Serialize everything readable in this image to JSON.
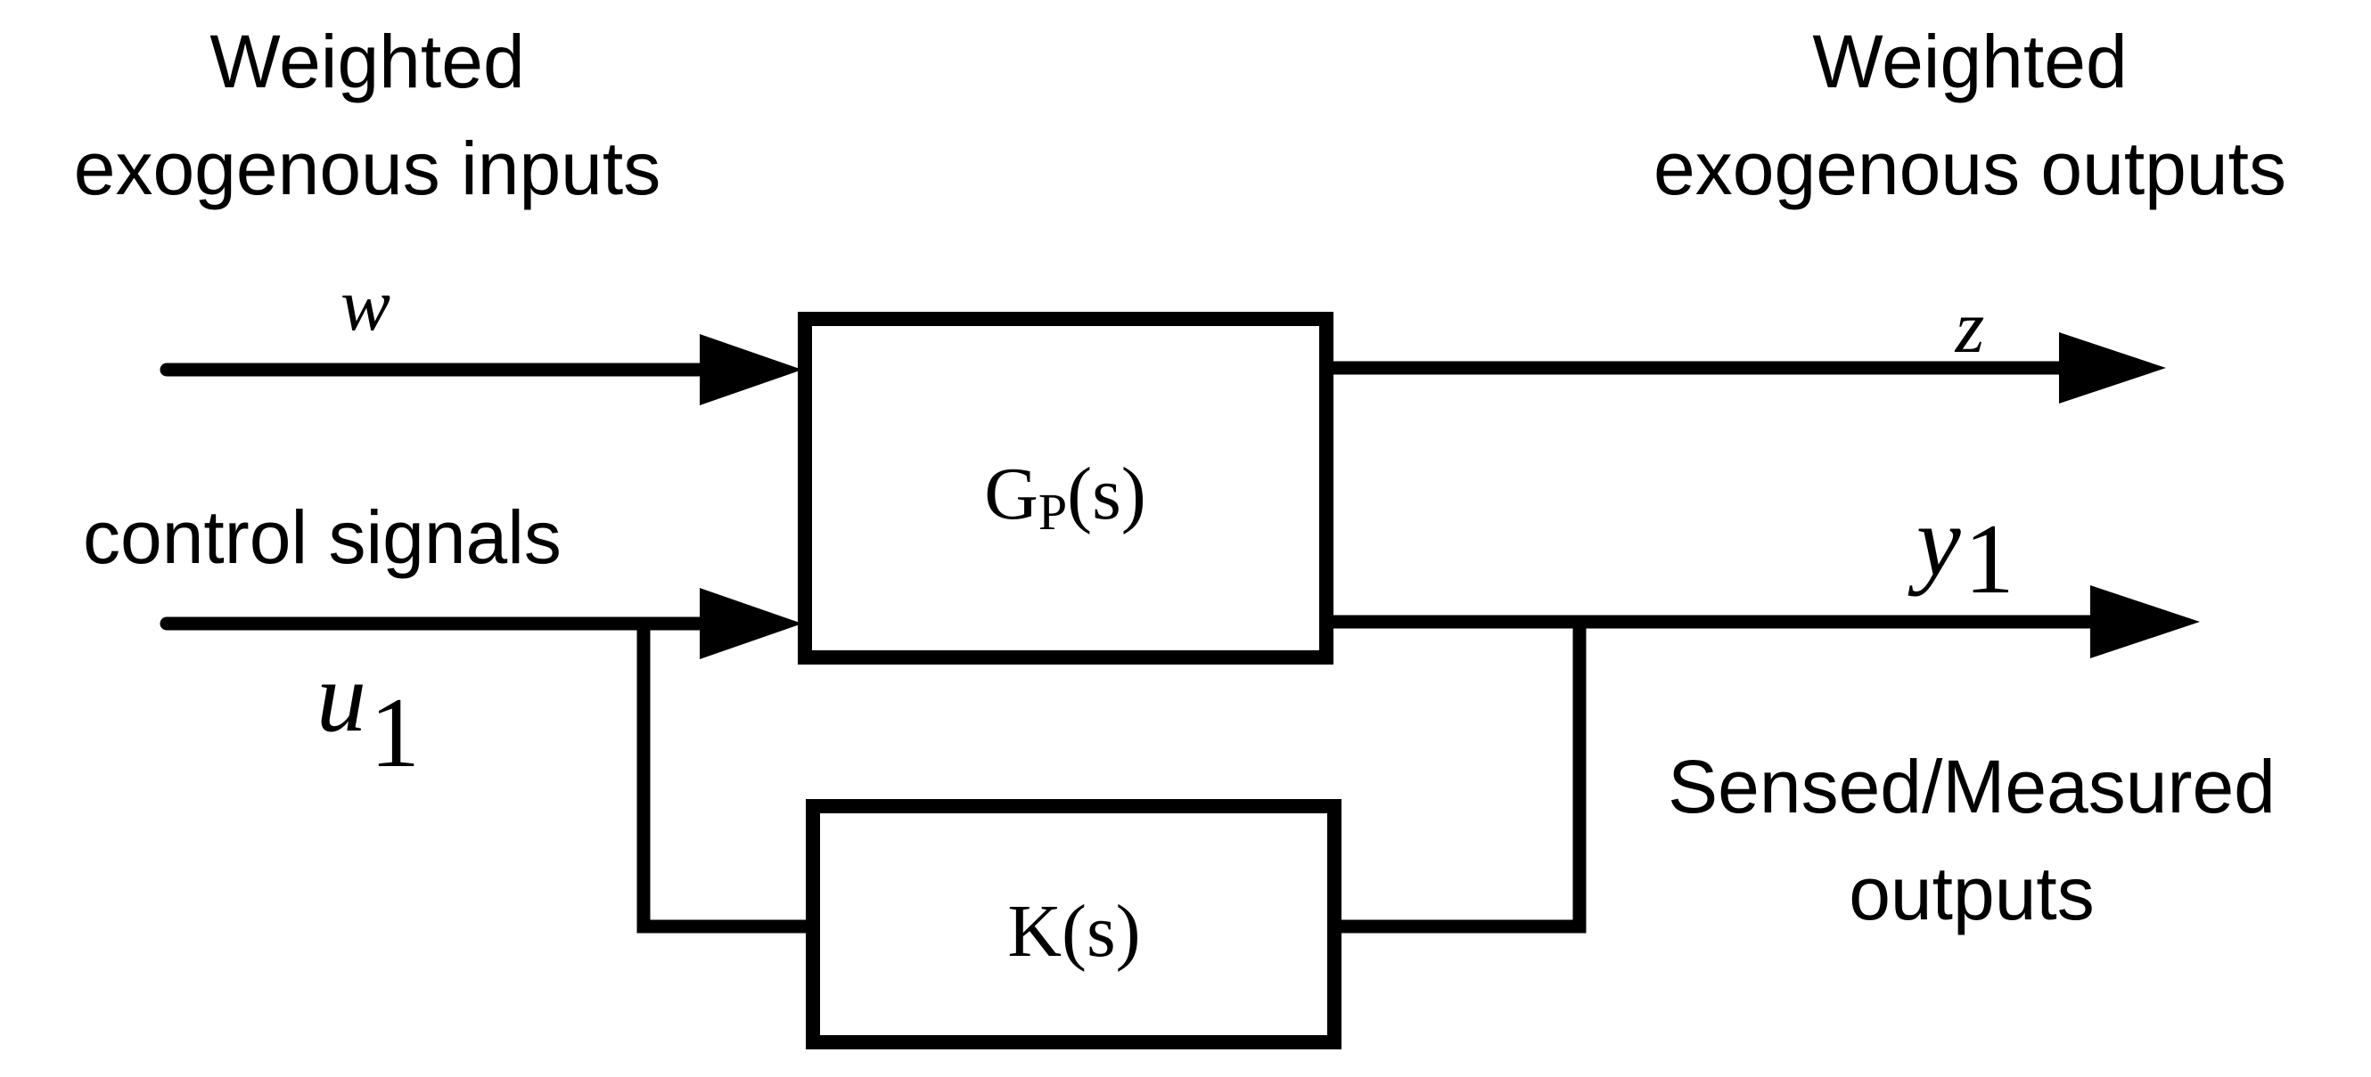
{
  "labels": {
    "inputs_title_line1": "Weighted",
    "inputs_title_line2": "exogenous inputs",
    "outputs_title_line1": "Weighted",
    "outputs_title_line2": "exogenous outputs",
    "control_signals": "control signals",
    "measured_line1": "Sensed/Measured",
    "measured_line2": "outputs"
  },
  "signals": {
    "w": "w",
    "z": "z",
    "u": "u",
    "u_sub": "1",
    "y": "y",
    "y_sub": "1"
  },
  "blocks": {
    "plant": {
      "main": "G",
      "sub": "P",
      "arg": "(s)"
    },
    "controller": {
      "text": "K(s)"
    }
  }
}
